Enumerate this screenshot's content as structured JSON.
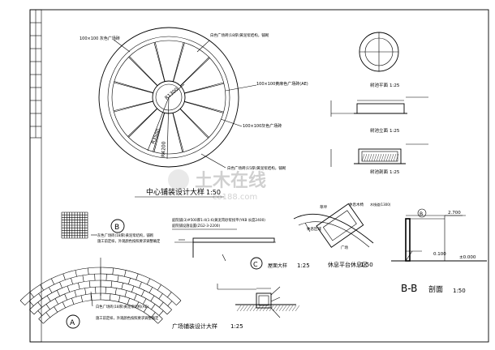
{
  "title_block": {
    "rows": 10
  },
  "center_paving": {
    "title": "中心铺装设计大样",
    "scale": "1:50",
    "labels": {
      "grey_granite": "100×100 灰色广场砖",
      "white_granite": "白色广场砖(18厚)黄泥浆结构，铺砌",
      "yellow_band": "100×100黄麻色广场砖(AE)",
      "grey_band": "100×100灰色广场砖",
      "bottom_note": "白色广场砖(15厚)黄泥浆结构，铺砌"
    },
    "dims": {
      "r1": "R1300",
      "r2": "R3500",
      "r3": "R4200"
    }
  },
  "tree_pool": {
    "plan_label": "树池平面",
    "plan_scale": "1:25",
    "elev_label": "树池立面",
    "elev_scale": "1:25",
    "section_label": "树池剖面",
    "section_scale": "1:25"
  },
  "detail_b": {
    "marker": "B",
    "note_line1": "灰色广场砖(18厚)黄泥浆结构，铺砌",
    "note_line2": "施工前定样，外观颜色按照要求调整确定"
  },
  "detail_a": {
    "marker": "A",
    "note_line1": "白色广场砖(18厚)黄泥浆结构(AE)",
    "note_line2": "施工前定样，外观颜色按照要求调整确定"
  },
  "detail_c": {
    "marker": "C",
    "title": "屋面大样",
    "scale": "1:25",
    "note1": "庭院铺(3)#500厚1:4(1:6)黄泥膏砂浆找平(YKB 长度2400)",
    "note2": "庭院铺设施设置(ZG2-3-2200)"
  },
  "square_detail": {
    "title": "广场铺装设计大样",
    "scale": "1:25"
  },
  "deck": {
    "title": "休息平台休息区",
    "scale": "1:50",
    "label_top": "草坪",
    "label_mid": "休息木椅",
    "label_right": "木栈道(1300)",
    "label_area": "休息区域",
    "label_square": "广场"
  },
  "section_bb": {
    "title": "B-B",
    "suffix": "剖面",
    "scale": "1:50",
    "marker": "B",
    "dim_top": "2.700",
    "dim_mid": "0.100",
    "dim_ground": "±0.000"
  },
  "watermark": {
    "brand": "土木在线",
    "url": "co188.com"
  }
}
